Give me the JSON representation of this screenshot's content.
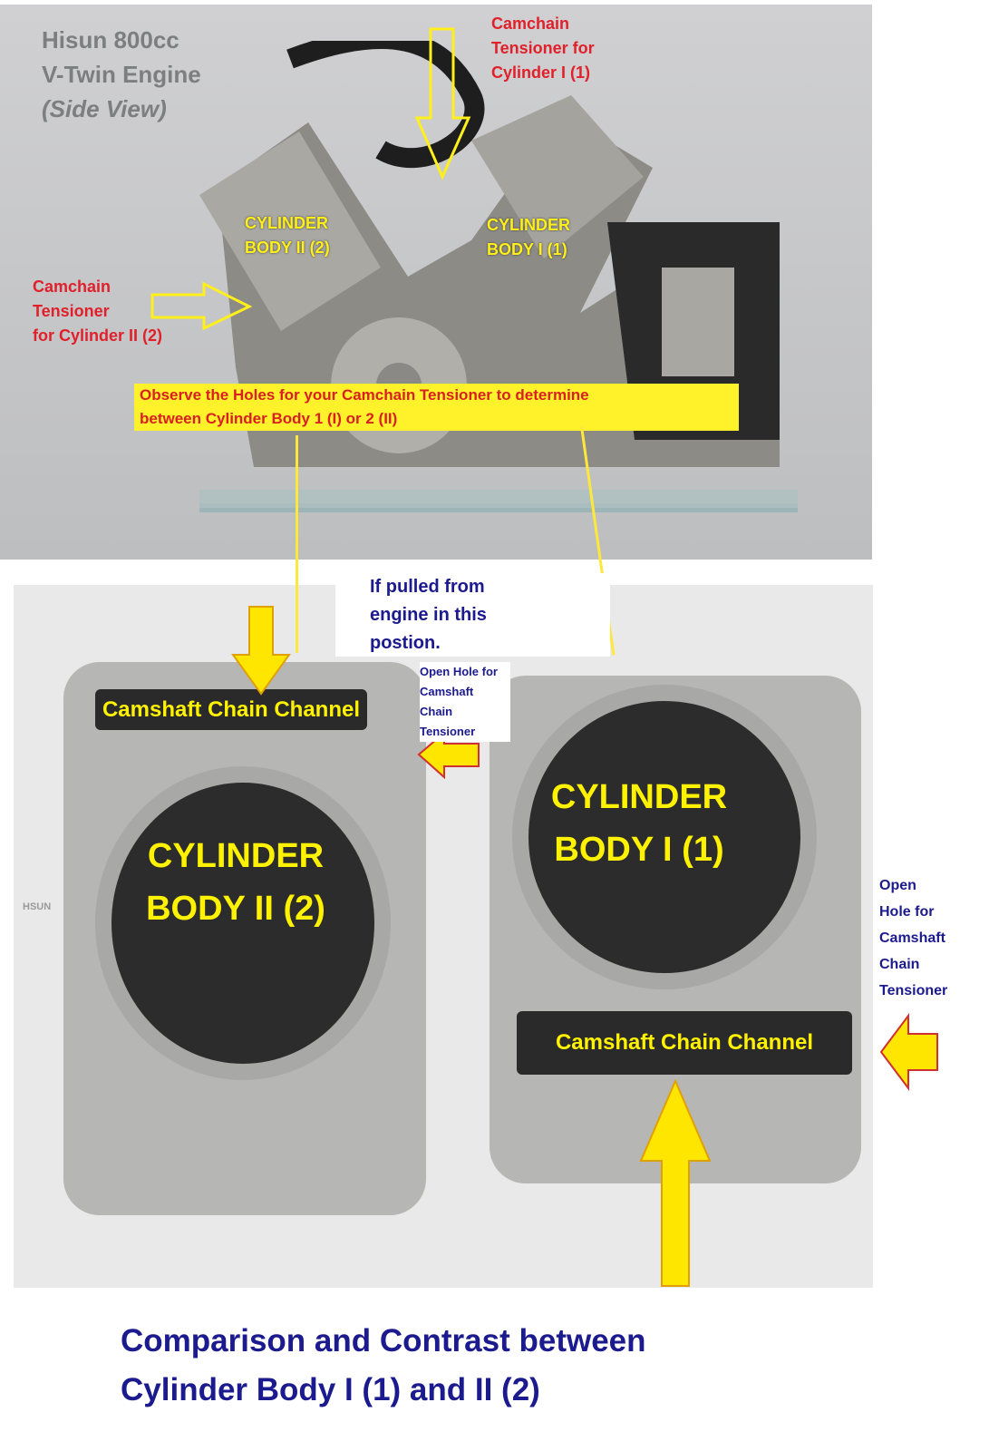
{
  "engine_section": {
    "title": [
      "Hisun 800cc",
      "V-Twin Engine",
      "(Side View)"
    ],
    "tensioner_cyl1": [
      "Camchain",
      "Tensioner for",
      "Cylinder I (1)"
    ],
    "tensioner_cyl2": [
      "Camchain",
      "Tensioner",
      "for Cylinder II (2)"
    ],
    "cyl2_label": [
      "CYLINDER",
      "BODY II (2)"
    ],
    "cyl1_label": [
      "CYLINDER",
      "BODY I (1)"
    ],
    "observe_note": [
      "Observe the Holes for your Camchain Tensioner to determine",
      "between Cylinder Body 1 (I) or 2 (II)"
    ]
  },
  "cylinder_section": {
    "pulled_note": [
      "If pulled from",
      "engine in this",
      "postion."
    ],
    "open_hole_left": [
      "Open Hole for",
      "Camshaft",
      "Chain Tensioner"
    ],
    "open_hole_right": [
      "Open",
      "Hole for",
      "Camshaft",
      "Chain",
      "Tensioner"
    ],
    "cyl2_text": [
      "CYLINDER",
      "BODY II (2)"
    ],
    "cyl1_text": [
      "CYLINDER",
      "BODY I (1)"
    ],
    "channel_label": "Camshaft Chain Channel",
    "watermark": "HSUN"
  },
  "caption": [
    "Comparison and Contrast between",
    "Cylinder Body I (1) and II (2)"
  ],
  "colors": {
    "red": "#e0202a",
    "yellow": "#fff200",
    "blue": "#1b1a8e"
  }
}
